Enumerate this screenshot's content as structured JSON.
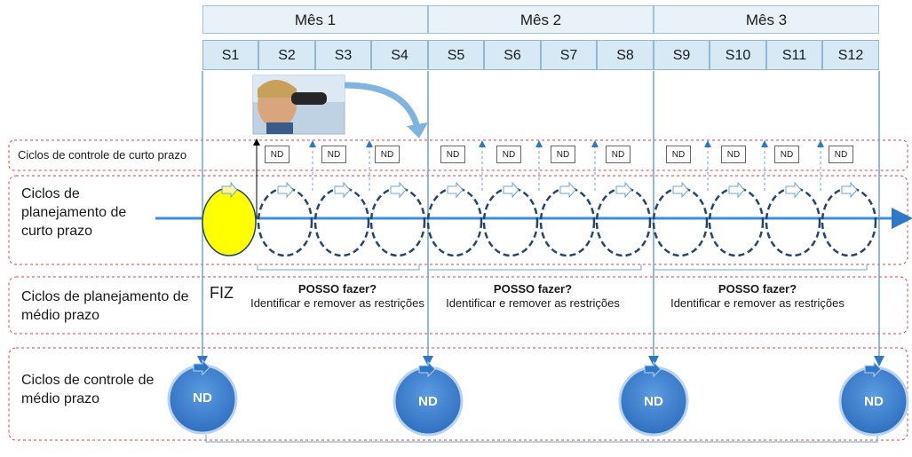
{
  "months": [
    "Mês 1",
    "Mês 2",
    "Mês 3"
  ],
  "weeks": [
    "S1",
    "S2",
    "S3",
    "S4",
    "S5",
    "S6",
    "S7",
    "S8",
    "S9",
    "S10",
    "S11",
    "S12"
  ],
  "rows": {
    "short_control": "Ciclos de controle de curto prazo",
    "short_planning": "Ciclos de planejamento de curto prazo",
    "medium_planning": "Ciclos de planejamento de médio prazo",
    "medium_control": "Ciclos de controle de médio prazo"
  },
  "nd_label": "ND",
  "fiz": "FIZ",
  "posso": {
    "title": "POSSO fazer?",
    "body": "Identificar e remover as restrições"
  },
  "colors": {
    "accent_blue": "#2f78c8",
    "circle_dash": "#27466e",
    "done_yellow": "#ffff00",
    "red_dash": "#e04040",
    "header_fill": "#d7e9f4"
  },
  "icons": [
    "binoculars-photo-icon",
    "arrow-icon"
  ]
}
